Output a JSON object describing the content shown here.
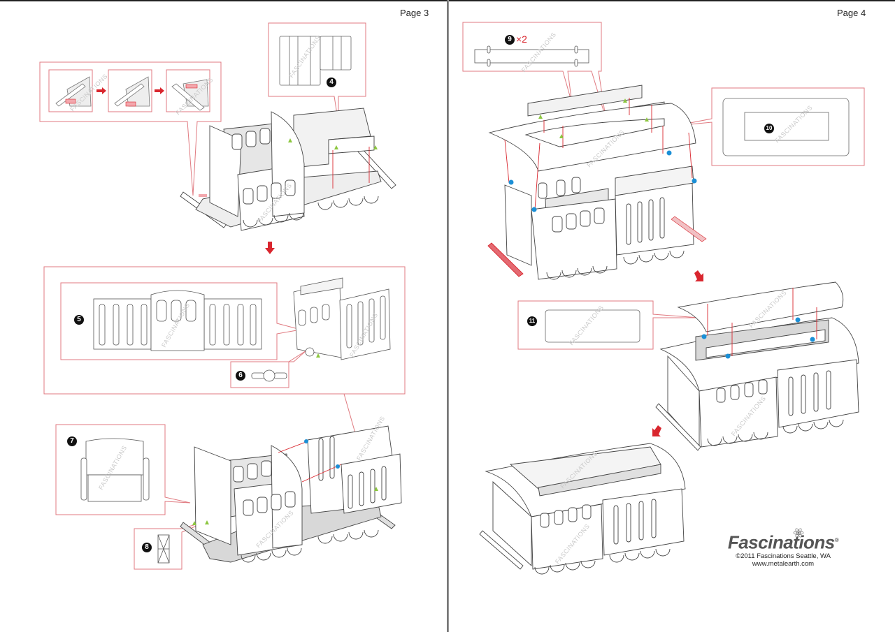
{
  "document": {
    "pages": [
      {
        "label": "Page 3"
      },
      {
        "label": "Page 4"
      }
    ]
  },
  "watermark": "FASCINATIONS",
  "steps": [
    {
      "number": "4"
    },
    {
      "number": "5"
    },
    {
      "number": "6"
    },
    {
      "number": "7"
    },
    {
      "number": "8"
    },
    {
      "number": "9",
      "quantity": "×2"
    },
    {
      "number": "10"
    },
    {
      "number": "11"
    }
  ],
  "brand": {
    "name": "Fascinations",
    "registered": "®",
    "copyright": "©2011  Fascinations Seattle, WA",
    "website": "www.metalearth.com"
  },
  "colors": {
    "callout": "#e07a80",
    "arrow": "#d9262e",
    "marker_blue": "#1b8fd6",
    "marker_green": "#8cc63f"
  }
}
